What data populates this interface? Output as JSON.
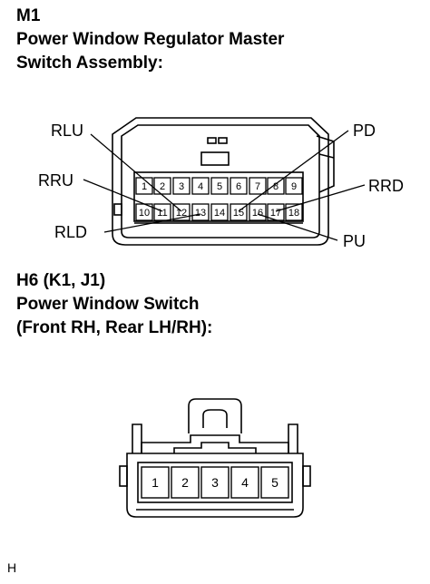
{
  "connector_m1": {
    "code": "M1",
    "name_line1": "Power Window Regulator Master",
    "name_line2": "Switch Assembly:",
    "top_row_pins": [
      "1",
      "2",
      "3",
      "4",
      "5",
      "6",
      "7",
      "8",
      "9"
    ],
    "bottom_row_pins": [
      "10",
      "11",
      "12",
      "13",
      "14",
      "15",
      "16",
      "17",
      "18"
    ],
    "labels": {
      "rlu": "RLU",
      "pd": "PD",
      "rru": "RRU",
      "rrd": "RRD",
      "rld": "RLD",
      "pu": "PU"
    }
  },
  "connector_h6": {
    "code": "H6 (K1, J1)",
    "name_line1": "Power Window Switch",
    "name_line2": "(Front RH, Rear LH/RH):",
    "pins": [
      "1",
      "2",
      "3",
      "4",
      "5"
    ]
  },
  "footer": "H"
}
